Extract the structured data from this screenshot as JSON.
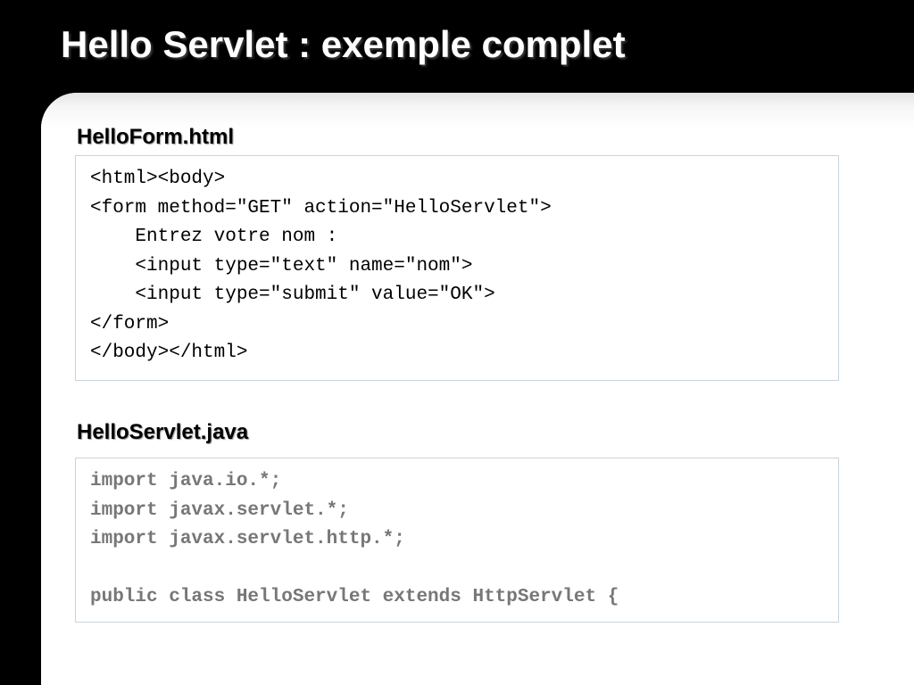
{
  "slide": {
    "title": "Hello Servlet : exemple complet"
  },
  "sections": [
    {
      "heading": "HelloForm.html",
      "lines": [
        "<html><body>",
        "<form method=\"GET\" action=\"HelloServlet\">",
        "    Entrez votre nom :",
        "    <input type=\"text\" name=\"nom\">",
        "    <input type=\"submit\" value=\"OK\">",
        "</form>",
        "</body></html>"
      ]
    },
    {
      "heading": "HelloServlet.java",
      "lines": [
        "import java.io.*;",
        "import javax.servlet.*;",
        "import javax.servlet.http.*;",
        "",
        "public class HelloServlet extends HttpServlet {"
      ]
    }
  ]
}
